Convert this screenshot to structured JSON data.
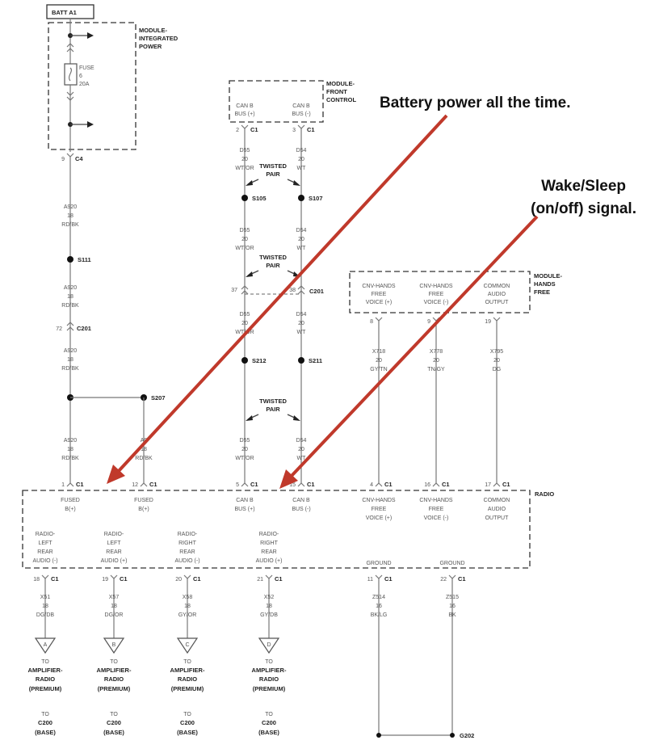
{
  "batt": "BATT A1",
  "modules": {
    "integrated_power": [
      "MODULE-",
      "INTEGRATED",
      "POWER"
    ],
    "front_control": [
      "MODULE-",
      "FRONT",
      "CONTROL"
    ],
    "hands_free": [
      "MODULE-",
      "HANDS",
      "FREE"
    ],
    "radio": "RADIO"
  },
  "fuse": [
    "FUSE",
    "6",
    "20A"
  ],
  "callouts": {
    "battery": "Battery power all the time.",
    "wake_line1": "Wake/Sleep",
    "wake_line2": "(on/off) signal."
  },
  "twisted_pair": [
    "TWISTED",
    "PAIR"
  ],
  "splices": {
    "s111": "S111",
    "s105": "S105",
    "s107": "S107",
    "s212": "S212",
    "s211": "S211",
    "s207": "S207"
  },
  "connectors": {
    "c4": "C4",
    "c1": "C1",
    "c201": "C201",
    "g202": "G202"
  },
  "pins": {
    "c4": "9",
    "c201_left": "72",
    "c201_can_left": "37",
    "c201_can_right": "38",
    "fc_can_plus": "2",
    "fc_can_minus": "3",
    "hf_1": "8",
    "hf_2": "9",
    "hf_3": "19",
    "r_fused_1": "1",
    "r_fused_12": "12",
    "r_can_5": "5",
    "r_can_15": "15",
    "r_hf_4": "4",
    "r_hf_16": "16",
    "r_hf_17": "17",
    "r_18": "18",
    "r_19": "19",
    "r_20": "20",
    "r_21": "21",
    "r_11": "11",
    "r_22": "22"
  },
  "wires": {
    "a920": [
      "A920",
      "18",
      "RD/BK"
    ],
    "a9_partial": [
      "A9",
      "18",
      "RD/BK"
    ],
    "d55": [
      "D55",
      "20",
      "WT/OR"
    ],
    "d54": [
      "D54",
      "20",
      "WT"
    ],
    "x718": [
      "X718",
      "20",
      "GY/TN"
    ],
    "x778": [
      "X778",
      "20",
      "TN/GY"
    ],
    "x795": [
      "X795",
      "20",
      "DG"
    ],
    "x51": [
      "X51",
      "18",
      "DG/DB"
    ],
    "x57": [
      "X57",
      "18",
      "DG/OR"
    ],
    "x58": [
      "X58",
      "18",
      "GY/OR"
    ],
    "x52": [
      "X52",
      "18",
      "GY/DB"
    ],
    "z514": [
      "Z514",
      "16",
      "BK/LG"
    ],
    "z515": [
      "Z515",
      "16",
      "BK"
    ]
  },
  "fc_labels": {
    "can_plus": [
      "CAN B",
      "BUS (+)"
    ],
    "can_minus": [
      "CAN B",
      "BUS (-)"
    ]
  },
  "hf_labels": {
    "plus": [
      "CNV-HANDS",
      "FREE",
      "VOICE (+)"
    ],
    "minus": [
      "CNV-HANDS",
      "FREE",
      "VOICE (-)"
    ],
    "common": [
      "COMMON",
      "AUDIO",
      "OUTPUT"
    ]
  },
  "radio_labels": {
    "fused1": [
      "FUSED",
      "B(+)"
    ],
    "fused2": [
      "FUSED",
      "B(+)"
    ],
    "can_plus": [
      "CAN B",
      "BUS (+)"
    ],
    "can_minus": [
      "CAN B",
      "BUS (-)"
    ],
    "hf_plus": [
      "CNV-HANDS",
      "FREE",
      "VOICE (+)"
    ],
    "hf_minus": [
      "CNV-HANDS",
      "FREE",
      "VOICE (-)"
    ],
    "common": [
      "COMMON",
      "AUDIO",
      "OUTPUT"
    ],
    "lr_minus": [
      "RADIO-",
      "LEFT",
      "REAR",
      "AUDIO (-)"
    ],
    "lr_plus": [
      "RADIO-",
      "LEFT",
      "REAR",
      "AUDIO (+)"
    ],
    "rr_minus": [
      "RADIO-",
      "RIGHT",
      "REAR",
      "AUDIO (-)"
    ],
    "rr_plus": [
      "RADIO-",
      "RIGHT",
      "REAR",
      "AUDIO (+)"
    ],
    "ground1": "GROUND",
    "ground2": "GROUND"
  },
  "refs": [
    "A",
    "B",
    "C",
    "D"
  ],
  "destinations": {
    "amp": [
      "TO",
      "AMPLIFIER-",
      "RADIO",
      "(PREMIUM)"
    ],
    "base": [
      "TO",
      "C200",
      "(BASE)"
    ]
  },
  "colors": {
    "callout_arrow": "#c0392b",
    "wire": "#777777"
  }
}
